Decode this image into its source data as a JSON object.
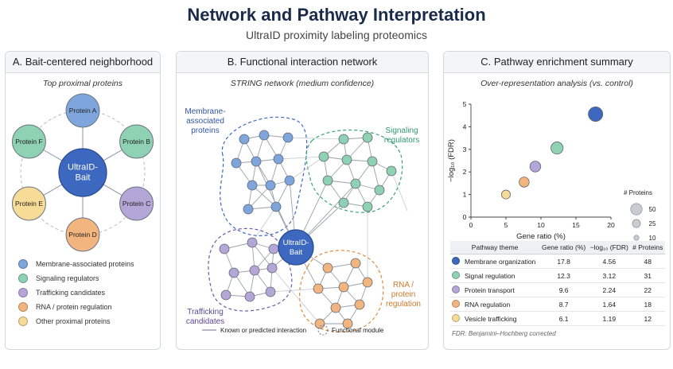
{
  "title": "Network and Pathway Interpretation",
  "subtitle": "UltraID proximity labeling proteomics",
  "colors": {
    "membrane": "#7ea6dc",
    "signaling": "#8fd1b3",
    "trafficking": "#b5a6d8",
    "rna": "#f3b57f",
    "other": "#f6dc96",
    "bait": "#3d68bf",
    "edge": "#9aa1aa"
  },
  "panel_a": {
    "heading": "A. Bait-centered neighborhood",
    "subheading": "Top proximal proteins",
    "bait_label": "UltraID-\nBait",
    "proteins": [
      "Protein A",
      "Protein B",
      "Protein C",
      "Protein D",
      "Protein E",
      "Protein F"
    ],
    "legend": [
      {
        "label": "Membrane-associated proteins",
        "color": "#7ea6dc"
      },
      {
        "label": "Signaling regulators",
        "color": "#8fd1b3"
      },
      {
        "label": "Trafficking candidates",
        "color": "#b5a6d8"
      },
      {
        "label": "RNA / protein regulation",
        "color": "#f3b57f"
      },
      {
        "label": "Other proximal proteins",
        "color": "#f6dc96"
      }
    ]
  },
  "panel_b": {
    "heading": "B. Functional interaction network",
    "subheading": "STRING network (medium confidence)",
    "bait_label": "UltraID-\nBait",
    "modules": {
      "membrane": "Membrane-\nassociated\nproteins",
      "signaling": "Signaling\nregulators",
      "trafficking": "Trafficking\ncandidates",
      "rna": "RNA /\nprotein\nregulation"
    },
    "legend_edge": "Known or predicted interaction",
    "legend_module": "Functional module"
  },
  "panel_c": {
    "heading": "C. Pathway enrichment summary",
    "subheading": "Over-representation analysis (vs. control)",
    "size_legend_title": "# Proteins",
    "size_legend_values": [
      "50",
      "25",
      "10"
    ],
    "table_headers": [
      "Pathway theme",
      "Gene ratio (%)",
      "−log₁₀ (FDR)",
      "# Proteins"
    ],
    "table_rows": [
      {
        "theme": "Membrane organization",
        "ratio": "17.8",
        "fdr": "4.56",
        "n": "48",
        "color": "#3d68bf"
      },
      {
        "theme": "Signal regulation",
        "ratio": "12.3",
        "fdr": "3.12",
        "n": "31",
        "color": "#8fd1b3"
      },
      {
        "theme": "Protein transport",
        "ratio": "9.6",
        "fdr": "2.24",
        "n": "22",
        "color": "#b5a6d8"
      },
      {
        "theme": "RNA regulation",
        "ratio": "8.7",
        "fdr": "1.64",
        "n": "18",
        "color": "#f3b57f"
      },
      {
        "theme": "Vesicle trafficking",
        "ratio": "6.1",
        "fdr": "1.19",
        "n": "12",
        "color": "#f6dc96"
      }
    ],
    "footnote": "FDR: Benjamini–Hochberg corrected"
  },
  "chart_data": {
    "type": "scatter",
    "xlabel": "Gene ratio (%)",
    "ylabel": "−log₁₀ (FDR)",
    "xlim": [
      0,
      20
    ],
    "ylim": [
      0,
      5
    ],
    "xticks": [
      0,
      5,
      10,
      15,
      20
    ],
    "yticks": [
      0,
      1,
      2,
      3,
      4,
      5
    ],
    "grid": false,
    "legend_position": "right",
    "points": [
      {
        "x": 17.8,
        "y": 4.56,
        "size": 48,
        "color": "#3d68bf"
      },
      {
        "x": 12.3,
        "y": 3.06,
        "size": 31,
        "color": "#8fd1b3"
      },
      {
        "x": 9.2,
        "y": 2.24,
        "size": 22,
        "color": "#b5a6d8"
      },
      {
        "x": 7.6,
        "y": 1.55,
        "size": 18,
        "color": "#f3b57f"
      },
      {
        "x": 5.0,
        "y": 1.0,
        "size": 12,
        "color": "#f6dc96"
      }
    ]
  }
}
